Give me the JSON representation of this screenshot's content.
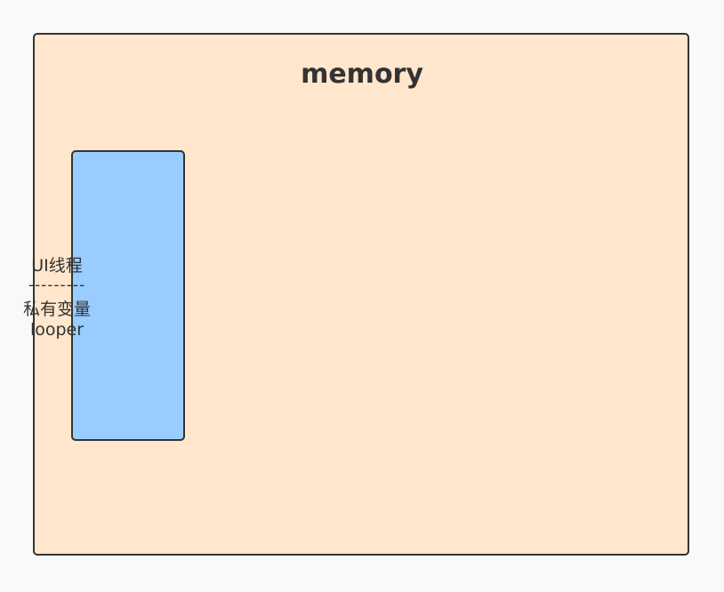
{
  "diagram": {
    "memory_box": {
      "title": "memory",
      "fill_color": "#ffe6cc",
      "border_color": "#333333"
    },
    "thread_box": {
      "label": "UI线程",
      "separator": "---------",
      "lines": [
        "私有变量",
        "looper"
      ],
      "fill_color": "#99ccff",
      "border_color": "#333333"
    }
  }
}
